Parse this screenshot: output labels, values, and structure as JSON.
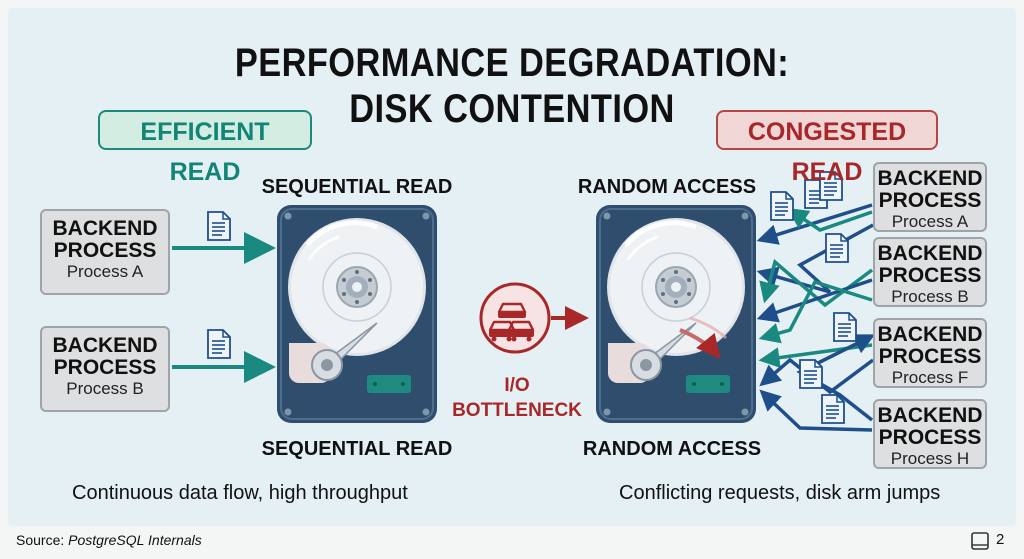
{
  "title": {
    "line1": "PERFORMANCE DEGRADATION:",
    "line2": "DISK CONTENTION"
  },
  "left": {
    "badge": "EFFICIENT READ",
    "disk_label_top": "SEQUENTIAL READ",
    "disk_label_bottom": "SEQUENTIAL READ",
    "caption": "Continuous data flow, high throughput",
    "processes": [
      {
        "title_line1": "BACKEND",
        "title_line2": "PROCESS",
        "name": "Process A"
      },
      {
        "title_line1": "BACKEND",
        "title_line2": "PROCESS",
        "name": "Process B"
      }
    ]
  },
  "middle": {
    "bottleneck_line1": "I/O",
    "bottleneck_line2": "BOTTLENECK"
  },
  "right": {
    "badge": "CONGESTED READ",
    "disk_label_top": "RANDOM ACCESS",
    "disk_label_bottom": "RANDOM ACCESS",
    "caption": "Conflicting requests, disk arm jumps",
    "processes": [
      {
        "title_line1": "BACKEND",
        "title_line2": "PROCESS",
        "name": "Process A"
      },
      {
        "title_line1": "BACKEND",
        "title_line2": "PROCESS",
        "name": "Process B"
      },
      {
        "title_line1": "BACKEND",
        "title_line2": "PROCESS",
        "name": "Process F"
      },
      {
        "title_line1": "BACKEND",
        "title_line2": "PROCESS",
        "name": "Process H"
      }
    ]
  },
  "footer": {
    "source_prefix": "Source: ",
    "source_name": "PostgreSQL Internals",
    "page_number": "2"
  },
  "colors": {
    "teal": "#1a8a80",
    "navy": "#1f4f8a",
    "red": "#a8282a",
    "disk_body": "#2f4e6e",
    "background": "#e4f0f4"
  }
}
